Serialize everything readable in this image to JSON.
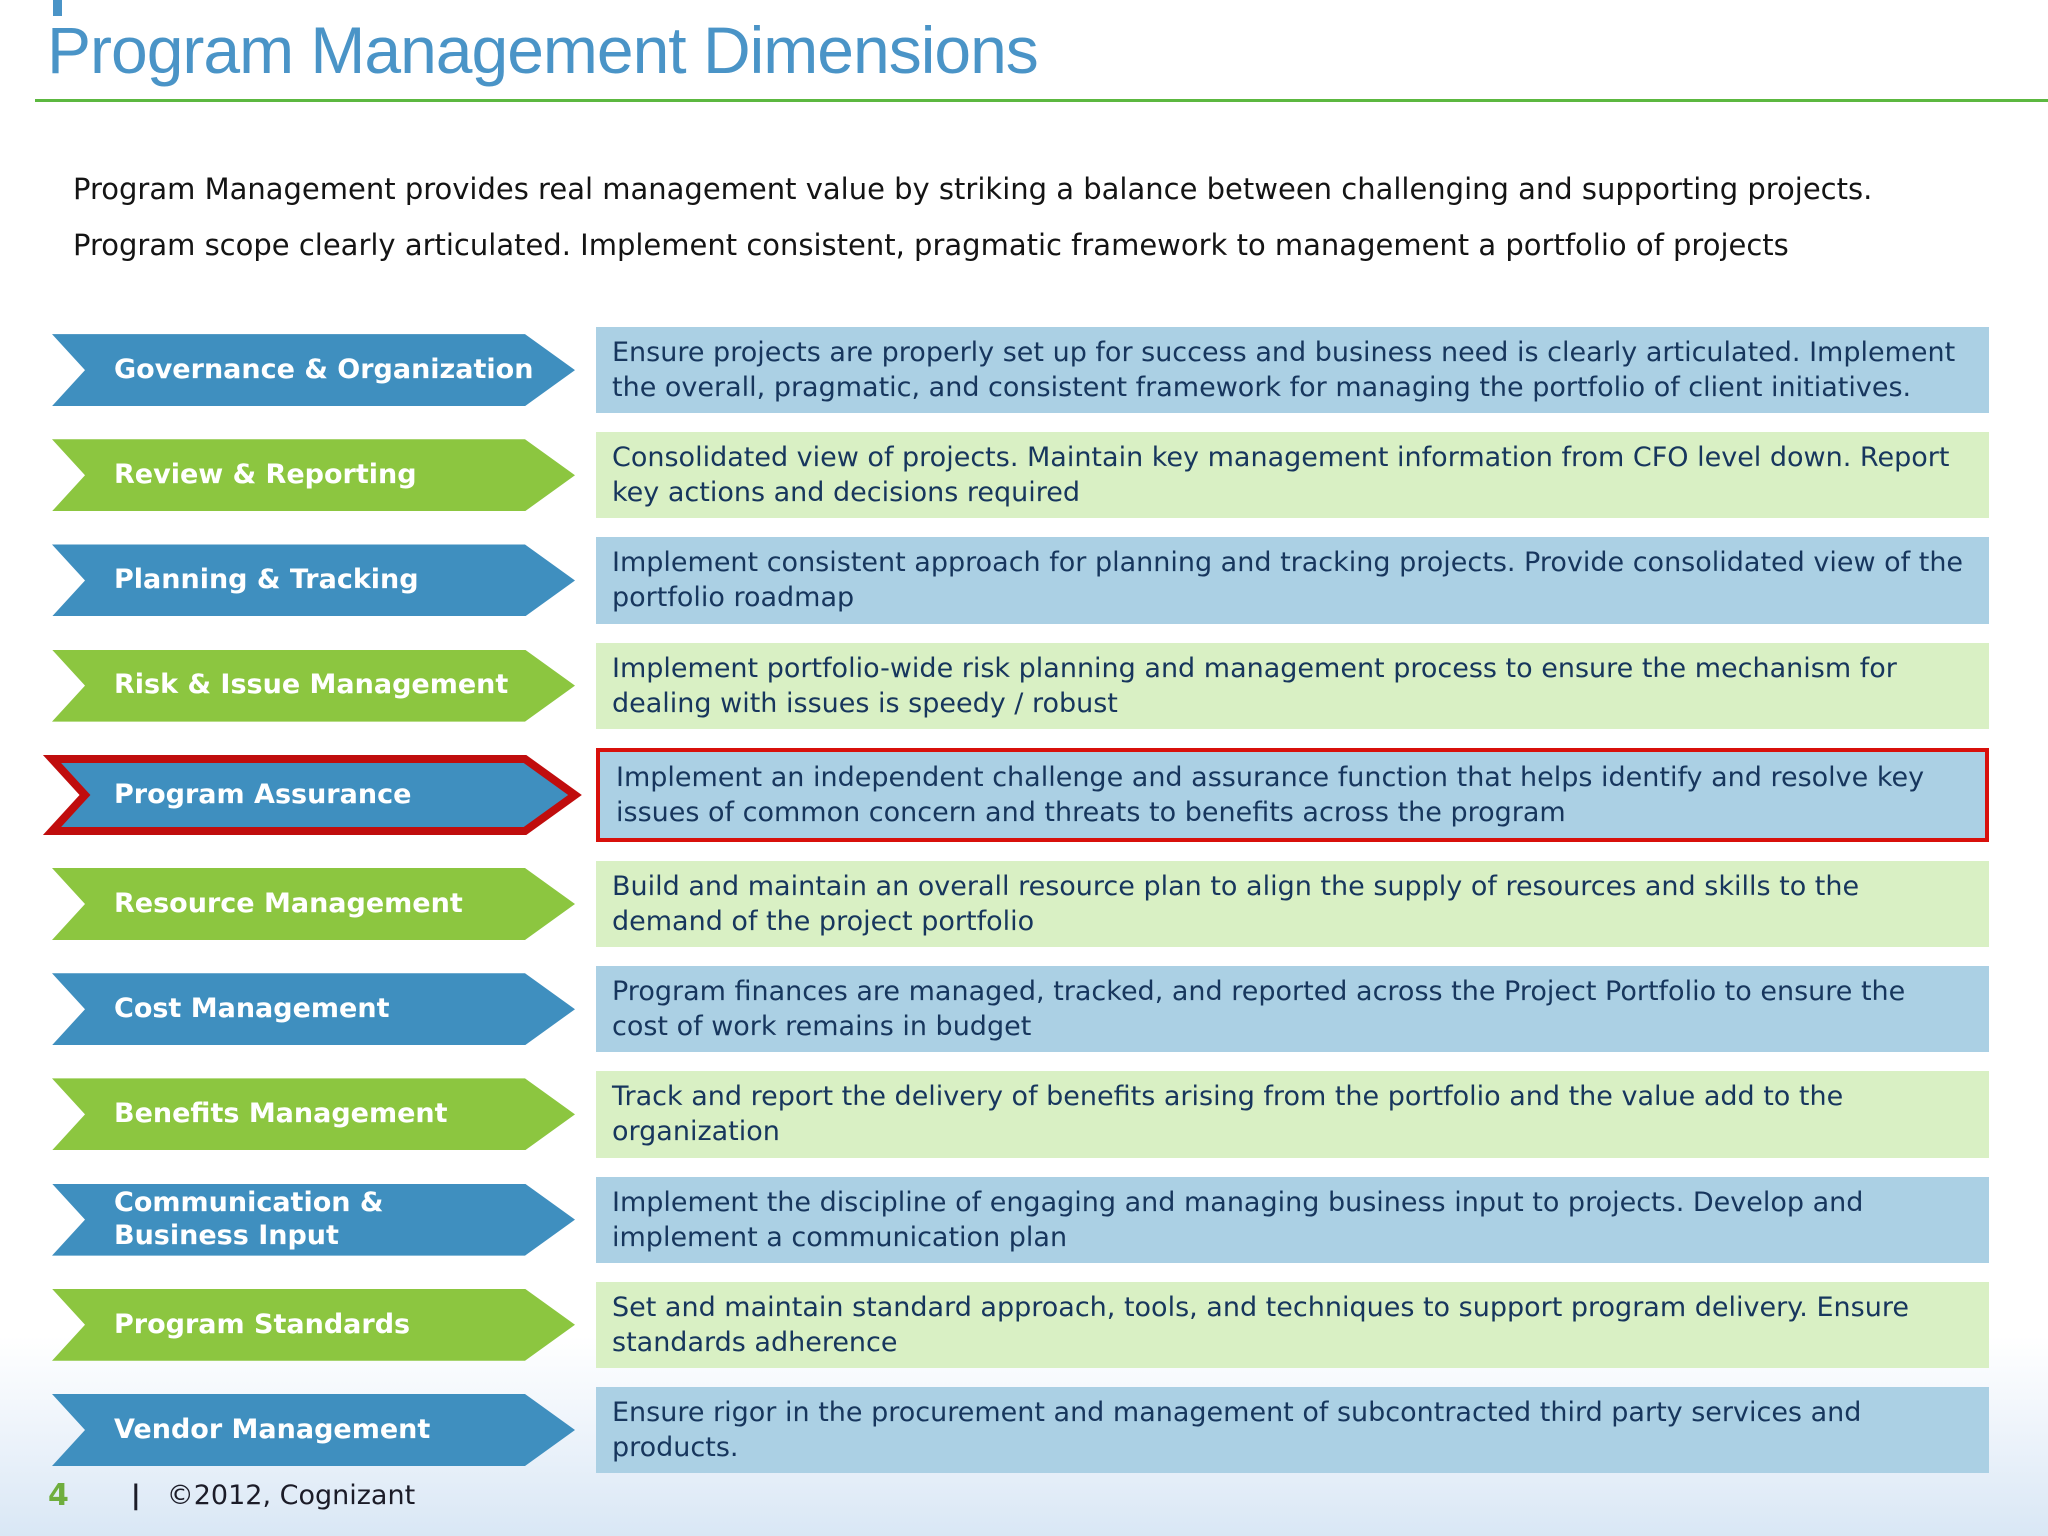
{
  "slide": {
    "title": "Program Management Dimensions",
    "intro": [
      "Program Management provides real management value by striking a balance between challenging and supporting projects.",
      "Program scope clearly articulated. Implement consistent, pragmatic framework to management a portfolio of projects"
    ],
    "footer": {
      "page_number": "4",
      "separator": "|",
      "copyright": "©2012, Cognizant"
    },
    "colors": {
      "title_blue": "#4a94c7",
      "underline_green": "#5cb840",
      "arrow_blue": "#3f8fbf",
      "arrow_green": "#8cc640",
      "desc_blue_bg": "#abd0e4",
      "desc_green_bg": "#d9f0c4",
      "desc_text_navy": "#17365d",
      "highlight_red": "#c00d0d",
      "page_number_green": "#6fae3e"
    }
  },
  "rows": [
    {
      "label": "Governance & Organization",
      "scheme": "blue",
      "highlighted": false,
      "desc": "Ensure projects are properly set up for success and business need is clearly articulated.  Implement the overall, pragmatic, and consistent framework for managing the portfolio of client initiatives."
    },
    {
      "label": "Review & Reporting",
      "scheme": "green",
      "highlighted": false,
      "desc": "Consolidated view of projects. Maintain key management information from CFO level down.  Report key actions and decisions required"
    },
    {
      "label": "Planning & Tracking",
      "scheme": "blue",
      "highlighted": false,
      "desc": "Implement consistent approach for planning and tracking projects. Provide consolidated view of the portfolio roadmap"
    },
    {
      "label": "Risk & Issue Management",
      "scheme": "green",
      "highlighted": false,
      "desc": "Implement portfolio-wide risk planning and management process to ensure the mechanism for dealing with issues is speedy / robust"
    },
    {
      "label": "Program Assurance",
      "scheme": "blue",
      "highlighted": true,
      "desc": "Implement an independent challenge and assurance function that helps identify and resolve key issues of common concern and threats to benefits across the program"
    },
    {
      "label": "Resource Management",
      "scheme": "green",
      "highlighted": false,
      "desc": "Build and maintain an overall resource plan to align the supply of resources and skills to the demand of the project portfolio"
    },
    {
      "label": "Cost Management",
      "scheme": "blue",
      "highlighted": false,
      "desc": "Program finances are managed, tracked, and reported across the Project Portfolio to ensure the cost of work remains in budget"
    },
    {
      "label": "Benefits Management",
      "scheme": "green",
      "highlighted": false,
      "desc": "Track and report the delivery of benefits arising from the portfolio and  the value add to the organization"
    },
    {
      "label": "Communication &\nBusiness Input",
      "scheme": "blue",
      "highlighted": false,
      "desc": "Implement the discipline of engaging and managing business input to projects. Develop and implement a communication plan"
    },
    {
      "label": "Program Standards",
      "scheme": "green",
      "highlighted": false,
      "desc": "Set and maintain standard approach, tools, and techniques to support program delivery. Ensure standards adherence"
    },
    {
      "label": "Vendor Management",
      "scheme": "blue",
      "highlighted": false,
      "desc": "Ensure rigor in the procurement and management of subcontracted third party services and products."
    }
  ]
}
